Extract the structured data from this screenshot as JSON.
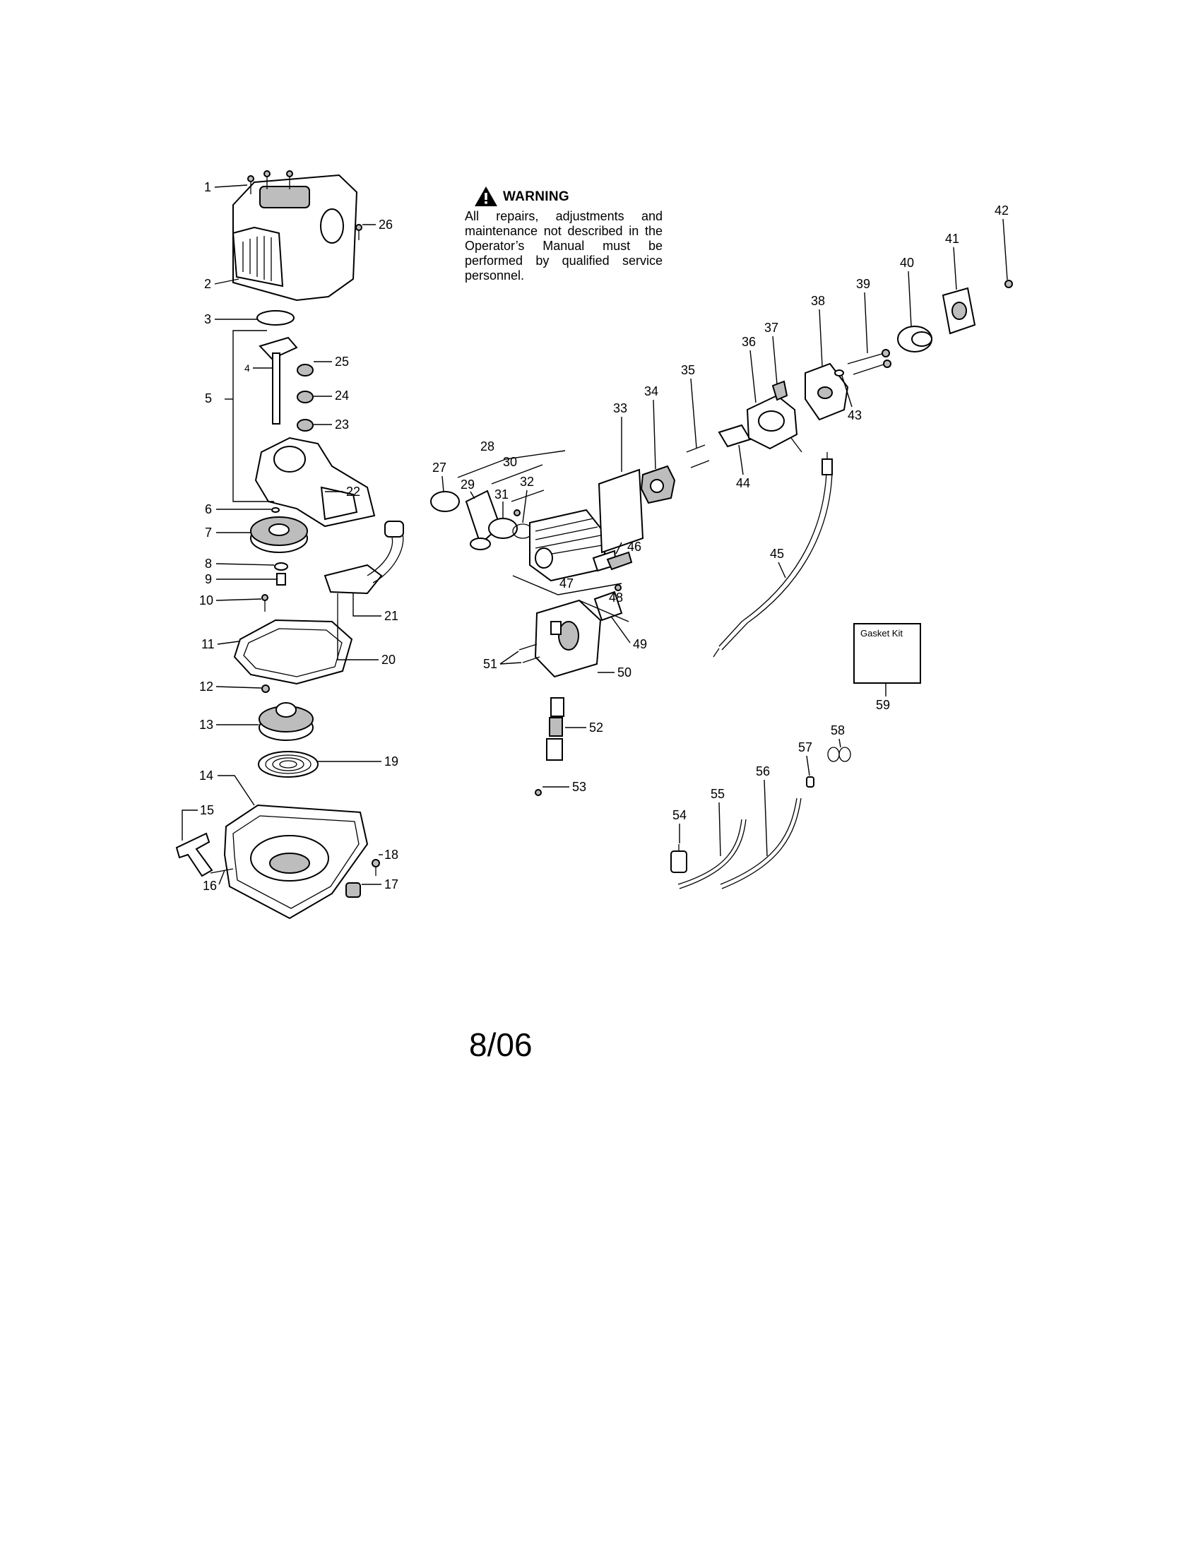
{
  "warning": {
    "title": "WARNING",
    "text": "All repairs, adjustments and maintenance not described in the Operator’s Manual must be performed by qualified service personnel."
  },
  "gasket_kit": {
    "label": "Gasket Kit",
    "callout": "59"
  },
  "footer": {
    "date": "8/06"
  },
  "callouts": [
    "1",
    "2",
    "3",
    "4",
    "5",
    "6",
    "7",
    "8",
    "9",
    "10",
    "11",
    "12",
    "13",
    "14",
    "15",
    "16",
    "17",
    "18",
    "19",
    "20",
    "21",
    "22",
    "23",
    "24",
    "25",
    "26",
    "27",
    "28",
    "29",
    "30",
    "31",
    "32",
    "33",
    "34",
    "35",
    "36",
    "37",
    "38",
    "39",
    "40",
    "41",
    "42",
    "43",
    "44",
    "45",
    "46",
    "47",
    "48",
    "49",
    "50",
    "51",
    "52",
    "53",
    "54",
    "55",
    "56",
    "57",
    "58",
    "59"
  ]
}
